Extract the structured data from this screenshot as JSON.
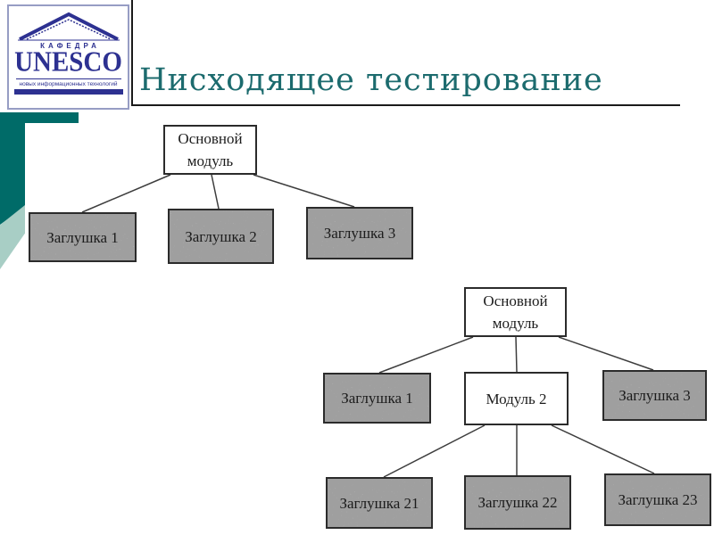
{
  "slide": {
    "title": "Нисходящее тестирование"
  },
  "logo": {
    "kafedra": "КАФЕДРА",
    "unesco": "UNESCO",
    "subtitle": "новых информационных технологий"
  },
  "colors": {
    "accent_teal_dark": "#006b68",
    "accent_green_light": "#a8cec5",
    "title_teal": "#1c6b6e",
    "logo_navy": "#2d3191",
    "stub_gray": "#c6c6c6"
  },
  "diagram1": {
    "root": "Основной модуль",
    "stubs": [
      "Заглушка 1",
      "Заглушка 2",
      "Заглушка 3"
    ]
  },
  "diagram2": {
    "root": "Основной модуль",
    "middle": [
      "Заглушка 1",
      "Модуль 2",
      "Заглушка 3"
    ],
    "bottom": [
      "Заглушка 21",
      "Заглушка 22",
      "Заглушка 23"
    ]
  }
}
